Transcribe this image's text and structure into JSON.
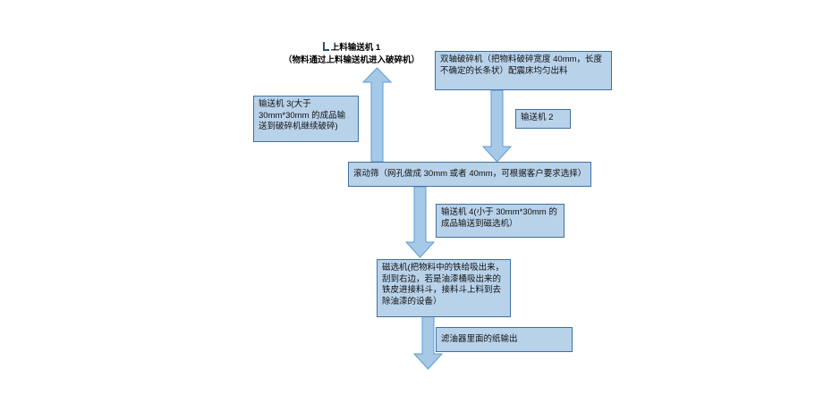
{
  "diagram": {
    "title": {
      "line1": "上料输送机 1",
      "line2": "（物料通过上料输送机进入破碎机）"
    },
    "nodes": {
      "shredder": {
        "label": "双轴破碎机（把物料破碎宽度 40mm，长度不确定的长条状）配震床均匀出料"
      },
      "conveyor2": {
        "label": "输送机 2"
      },
      "conveyor3": {
        "label": "输送机 3(大于 30mm*30mm 的成品输送到破碎机继续破碎)"
      },
      "rolling_screen": {
        "label": "滚动筛（网孔做成 30mm 或者 40mm，可根据客户要求选择）"
      },
      "conveyor4": {
        "label": "输送机 4(小于 30mm*30mm 的成品输送到磁选机）"
      },
      "magnetic_separator": {
        "label": "磁选机(把物料中的铁给吸出来，刮到右边，若是油漆桶吸出来的铁皮进接料斗，接料斗上料到去除油漆的设备）"
      },
      "oil_filter_output": {
        "label": "滤油器里面的纸输出"
      }
    },
    "colors": {
      "box_fill": "#B8D2EA",
      "box_border": "#41719C",
      "arrow_fill": "#A7C9E8",
      "arrow_stroke": "#5B9BD5",
      "title_text": "#000000"
    }
  }
}
